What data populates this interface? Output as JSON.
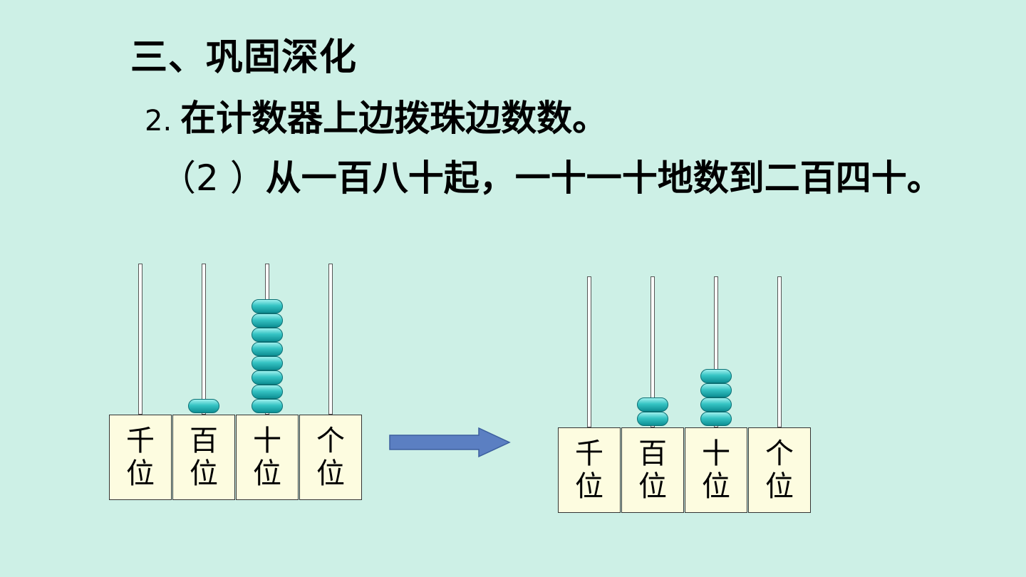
{
  "slide": {
    "section_title": "三、巩固深化",
    "item_number": "2.",
    "item_text": "在计数器上边拨珠边数数。",
    "sub_number": "（2 ）",
    "sub_text": "从一百八十起，一十一十地数到二百四十。"
  },
  "place_labels": [
    {
      "top": "千",
      "bottom": "位"
    },
    {
      "top": "百",
      "bottom": "位"
    },
    {
      "top": "十",
      "bottom": "位"
    },
    {
      "top": "个",
      "bottom": "位"
    }
  ],
  "abacus_left": {
    "beads": [
      0,
      1,
      8,
      0
    ]
  },
  "abacus_right": {
    "beads": [
      0,
      2,
      4,
      0
    ]
  },
  "colors": {
    "background": "#cdf0e6",
    "bead": "#35c4c4",
    "arrow": "#5b7fc2"
  },
  "icons": {
    "arrow": "right-arrow-icon"
  }
}
